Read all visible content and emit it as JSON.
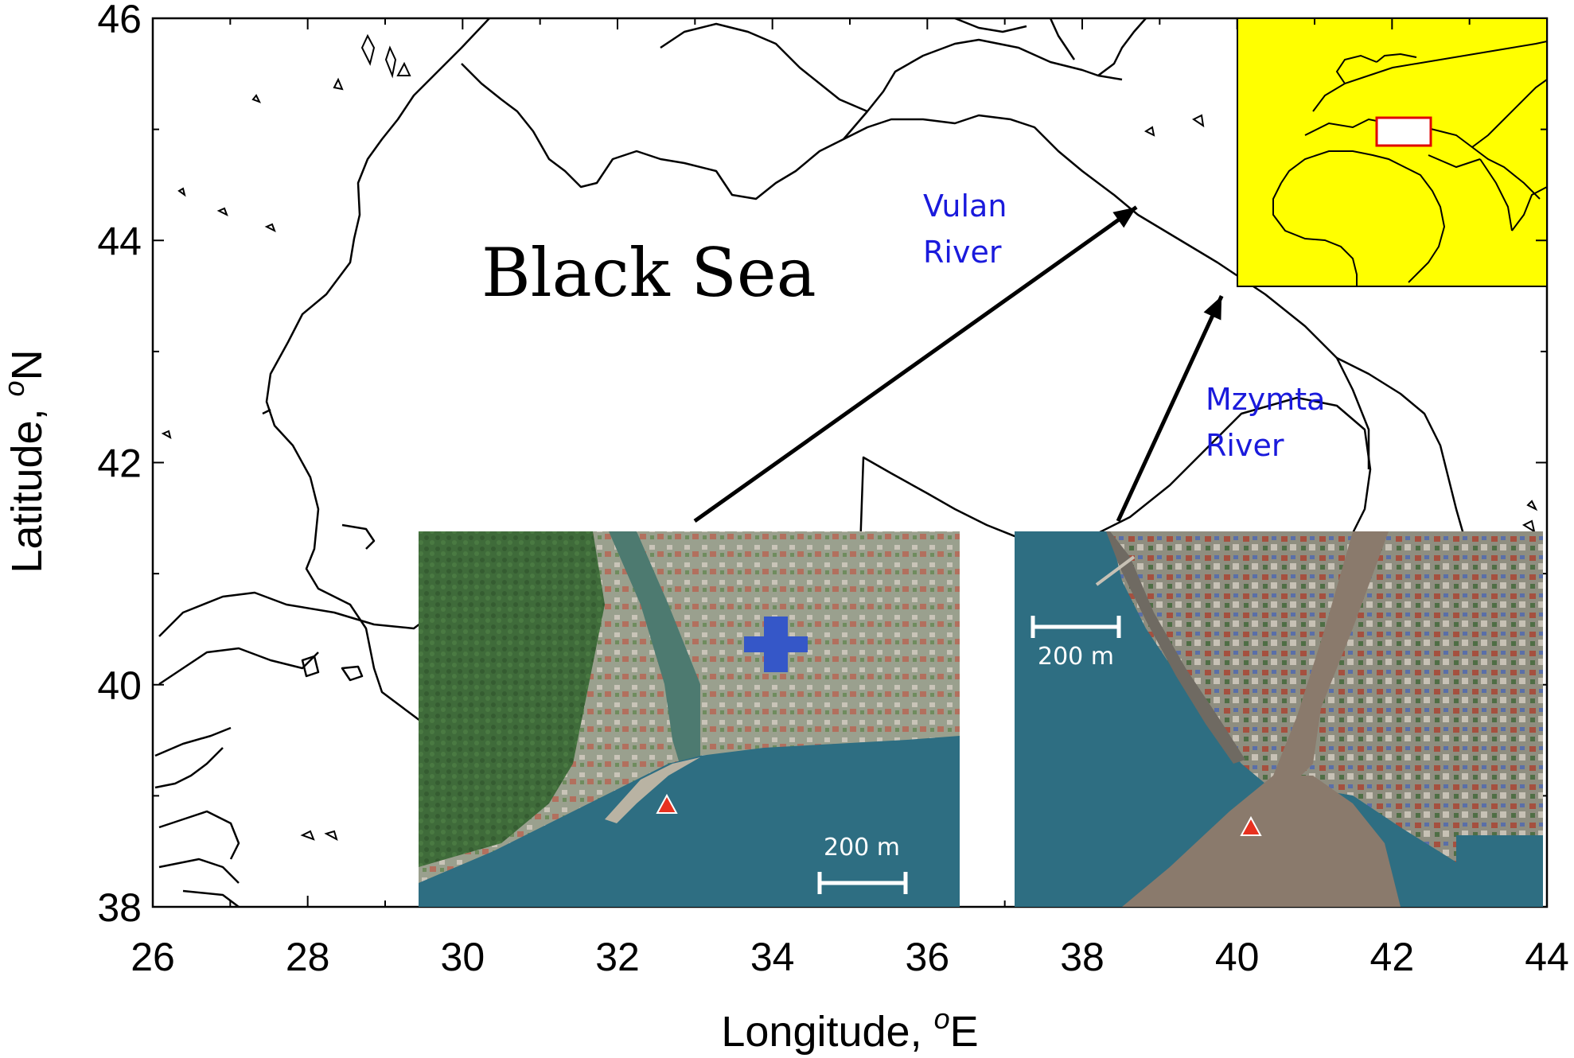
{
  "map": {
    "sea_label": "Black Sea",
    "x_axis": {
      "title_main": "Longitude, ",
      "title_sup": "o",
      "title_end": "E",
      "range": [
        26,
        44
      ],
      "ticks": [
        "26",
        "28",
        "30",
        "32",
        "34",
        "36",
        "38",
        "40",
        "42",
        "44"
      ]
    },
    "y_axis": {
      "title_main": "Latitude, ",
      "title_sup": "o",
      "title_end": "N",
      "range": [
        38,
        46
      ],
      "ticks": [
        "38",
        "40",
        "42",
        "44",
        "46"
      ]
    },
    "rivers": [
      {
        "line1": "Vulan",
        "line2": "River",
        "lon": 38.7,
        "lat": 44.3
      },
      {
        "line1": "Mzymta",
        "line2": "River",
        "lon": 39.8,
        "lat": 43.5
      }
    ],
    "colors": {
      "river_label": "#1a1adc",
      "inset_fill": "#ffff00",
      "highlight_box": "#e00000",
      "marker": "#e8311f",
      "sea_water": "#2e6e82",
      "plume": "#8a7a6c"
    },
    "photos": [
      {
        "name": "Vulan River mouth satellite view",
        "scale_label": "200 m"
      },
      {
        "name": "Mzymta River mouth satellite view",
        "scale_label": "200 m"
      }
    ]
  }
}
